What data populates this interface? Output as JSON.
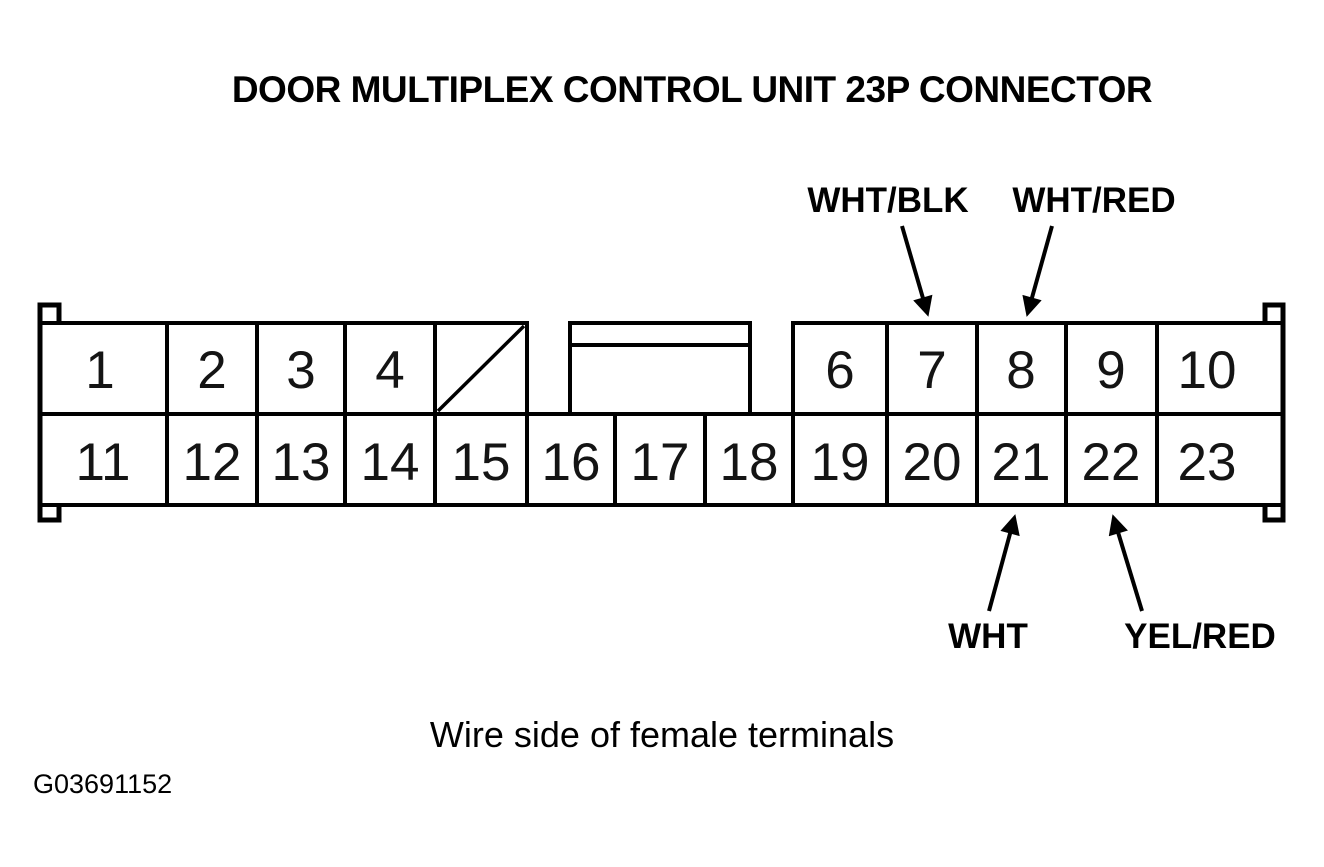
{
  "title": "DOOR MULTIPLEX CONTROL UNIT 23P CONNECTOR",
  "caption": "Wire side of female terminals",
  "figure_id": "G03691152",
  "colors": {
    "line": "#000000",
    "background": "#ffffff"
  },
  "connector": {
    "pins": {
      "top": [
        "1",
        "2",
        "3",
        "4",
        "6",
        "7",
        "8",
        "9",
        "10"
      ],
      "bottom": [
        "11",
        "12",
        "13",
        "14",
        "15",
        "16",
        "17",
        "18",
        "19",
        "20",
        "21",
        "22",
        "23"
      ]
    }
  },
  "wire_labels": {
    "top": [
      {
        "label": "WHT/BLK",
        "points_to_pin": "7"
      },
      {
        "label": "WHT/RED",
        "points_to_pin": "8"
      }
    ],
    "bottom": [
      {
        "label": "WHT",
        "points_to_pin": "21"
      },
      {
        "label": "YEL/RED",
        "points_to_pin": "22"
      }
    ]
  }
}
